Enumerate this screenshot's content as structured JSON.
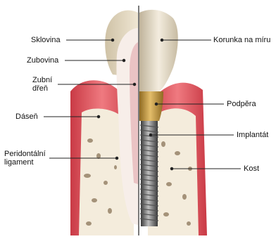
{
  "labels": {
    "enamel": "Sklovina",
    "dentin": "Zubovina",
    "pulp": "Zubní\ndřeň",
    "gum": "Dáseň",
    "ligament": "Peridontální\nligament",
    "crown": "Korunka na míru",
    "abutment": "Podpěra",
    "implant": "Implantát",
    "bone": "Kost"
  },
  "colors": {
    "gum": "#e14f58",
    "bone": "#f4ecdc",
    "bone_pores": "#8a7458",
    "enamel": "#e9dcc3",
    "dentin": "#f7eee9",
    "pulp": "#eac3c4",
    "crown": "#ddd1b8",
    "abutment": "#c89a3c",
    "implant": "#8a8a8a",
    "divider": "#222222"
  }
}
